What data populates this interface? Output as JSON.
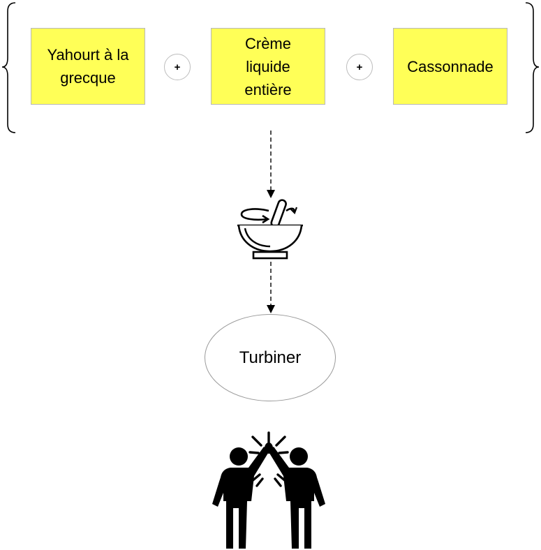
{
  "ingredients": [
    {
      "label": "Yahourt à la grecque"
    },
    {
      "label": "Crème liquide entière"
    },
    {
      "label": "Cassonnade"
    }
  ],
  "operator": "+",
  "step": {
    "label": "Turbiner"
  },
  "colors": {
    "ingredient_fill": "#ffff57",
    "stroke": "#000000"
  },
  "icons": {
    "mix": "mixing-bowl-icon",
    "result": "high-five-icon"
  }
}
